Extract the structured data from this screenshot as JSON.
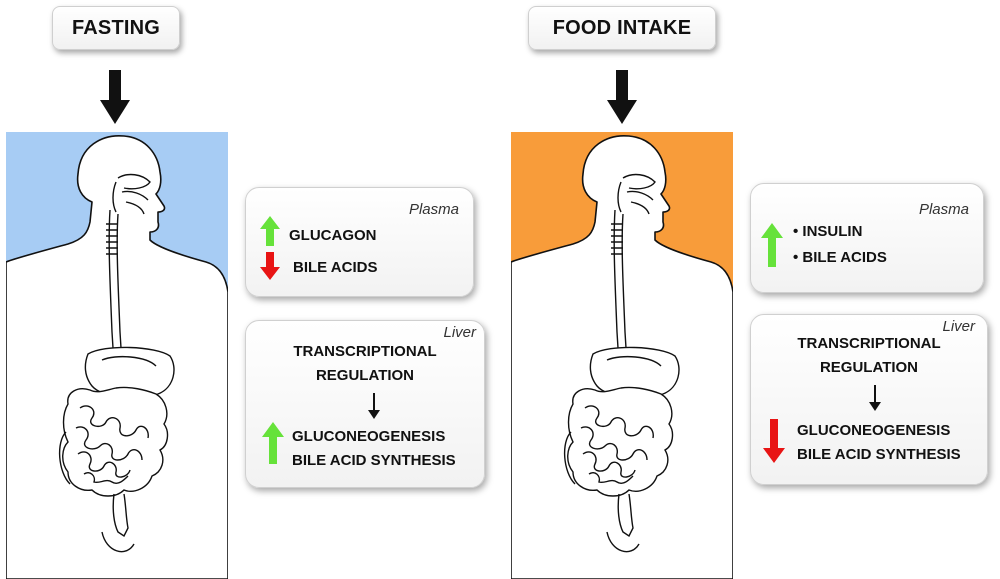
{
  "left": {
    "condition": "FASTING",
    "plasma": {
      "title": "Plasma",
      "items": [
        {
          "label": "GLUCAGON",
          "direction": "up"
        },
        {
          "label": "BILE ACIDS",
          "direction": "down"
        }
      ]
    },
    "liver": {
      "title": "Liver",
      "process_line1": "TRANSCRIPTIONAL",
      "process_line2": "REGULATION",
      "outcome_line1": "GLUCONEOGENESIS",
      "outcome_line2": "BILE ACID SYNTHESIS",
      "direction": "up"
    },
    "panel_color": "#a7ccf4"
  },
  "right": {
    "condition": "FOOD INTAKE",
    "plasma": {
      "title": "Plasma",
      "items": [
        {
          "label": "• INSULIN"
        },
        {
          "label": "• BILE ACIDS"
        }
      ],
      "direction": "up"
    },
    "liver": {
      "title": "Liver",
      "process_line1": "TRANSCRIPTIONAL",
      "process_line2": "REGULATION",
      "outcome_line1": "GLUCONEOGENESIS",
      "outcome_line2": "BILE ACID SYNTHESIS",
      "direction": "down"
    },
    "panel_color": "#f89c3a"
  },
  "colors": {
    "up_arrow": "#66e23a",
    "down_arrow": "#e81414",
    "flow_arrow": "#111111"
  }
}
